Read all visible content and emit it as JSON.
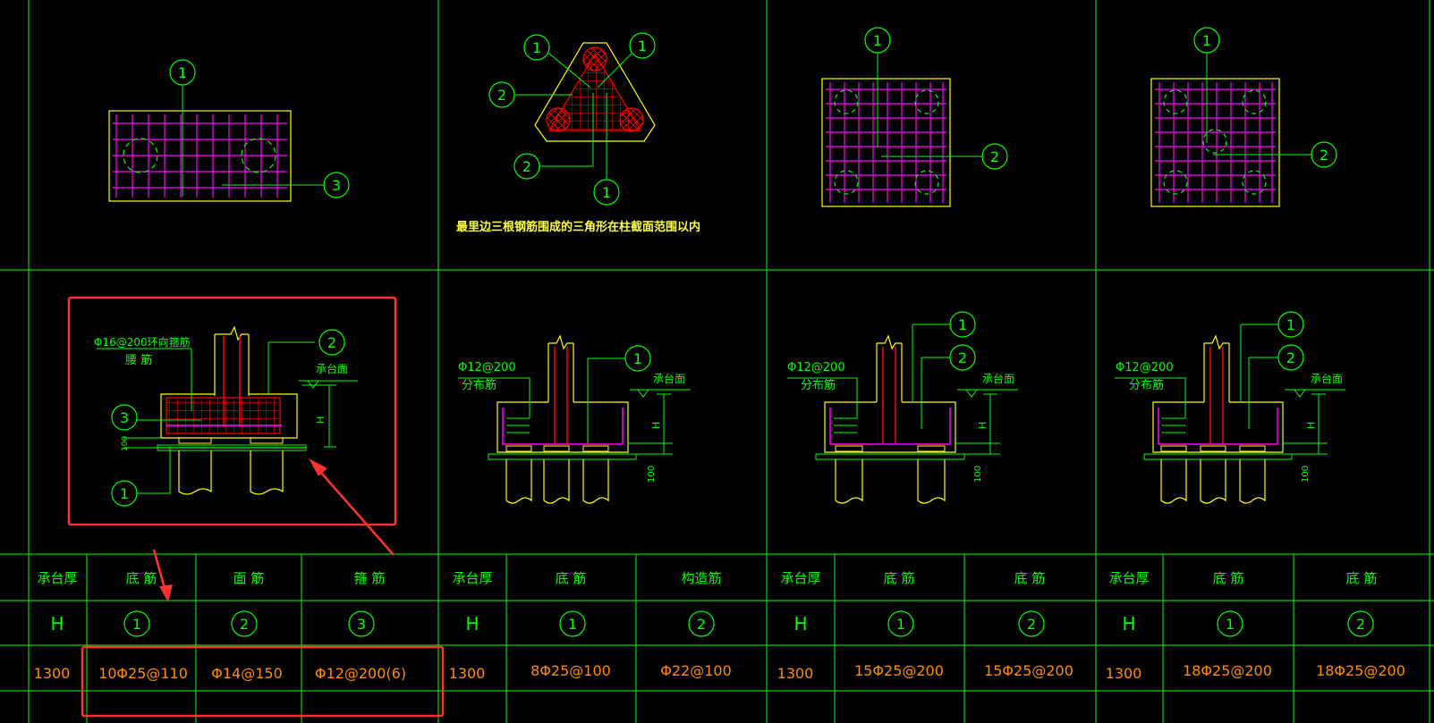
{
  "colors": {
    "background": "#000000",
    "grid_green": "#00ff00",
    "outline_yellow": "#ffff00",
    "rebar_magenta": "#ff00ff",
    "rebar_red": "#ff0000",
    "value_orange": "#ff8c00",
    "highlight_red": "#ff3030",
    "label_yellow": "#ffff40"
  },
  "marks": {
    "m1": "1",
    "m2": "2",
    "m3": "3"
  },
  "note_triangle": "最里边三根钢筋围成的三角形在柱截面范围以内",
  "p5": {
    "ring": "Φ16@200环向箍筋",
    "waist": "腰 筋",
    "face": "承台面",
    "h": "H",
    "hundred": "100"
  },
  "p6": {
    "label": "Φ12@200",
    "sub": "分布筋",
    "face": "承台面",
    "h": "H",
    "hundred": "100"
  },
  "p7": {
    "label": "Φ12@200",
    "sub": "分布筋",
    "face": "承台面",
    "h": "H",
    "hundred": "100"
  },
  "p8": {
    "label": "Φ12@200",
    "sub": "分布筋",
    "face": "承台面",
    "h": "H",
    "hundred": "100"
  },
  "table": {
    "g1": {
      "thick": "承台厚",
      "h1": "底 筋",
      "h2": "面 筋",
      "h3": "箍 筋",
      "H": "H",
      "v0": "1300",
      "v1": "10Φ25@110",
      "v2": "Φ14@150",
      "v3": "Φ12@200(6)"
    },
    "g2": {
      "thick": "承台厚",
      "h1": "底 筋",
      "h2": "构造筋",
      "H": "H",
      "v0": "1300",
      "v1": "8Φ25@100",
      "v2": "Φ22@100"
    },
    "g3": {
      "thick": "承台厚",
      "h1": "底 筋",
      "h2": "底 筋",
      "H": "H",
      "v0": "1300",
      "v1": "15Φ25@200",
      "v2": "15Φ25@200"
    },
    "g4": {
      "thick": "承台厚",
      "h1": "底 筋",
      "h2": "底 筋",
      "H": "H",
      "v0": "1300",
      "v1": "18Φ25@200",
      "v2": "18Φ25@200"
    }
  }
}
